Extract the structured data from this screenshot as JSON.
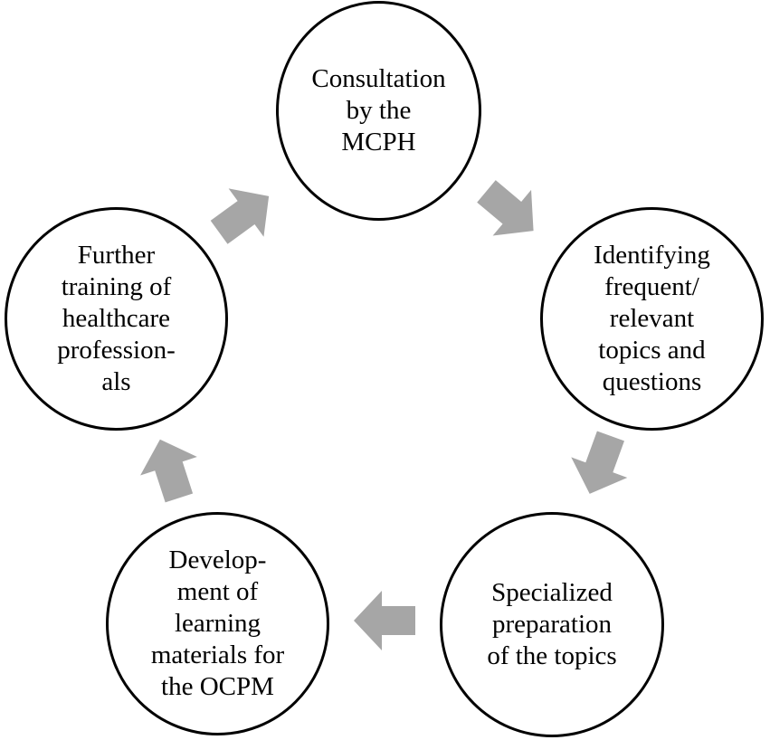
{
  "diagram": {
    "arrow_color": "#a6a6a6",
    "border_color": "#000000",
    "nodes": [
      {
        "label": "Consultation\nby the\nMCPH"
      },
      {
        "label": "Identifying\nfrequent/\nrelevant\ntopics and\nquestions"
      },
      {
        "label": "Specialized\npreparation\nof the topics"
      },
      {
        "label": "Develop-\nment of\nlearning\nmaterials for\nthe OCPM"
      },
      {
        "label": "Further\ntraining of\nhealthcare\nprofession-\nals"
      }
    ]
  }
}
